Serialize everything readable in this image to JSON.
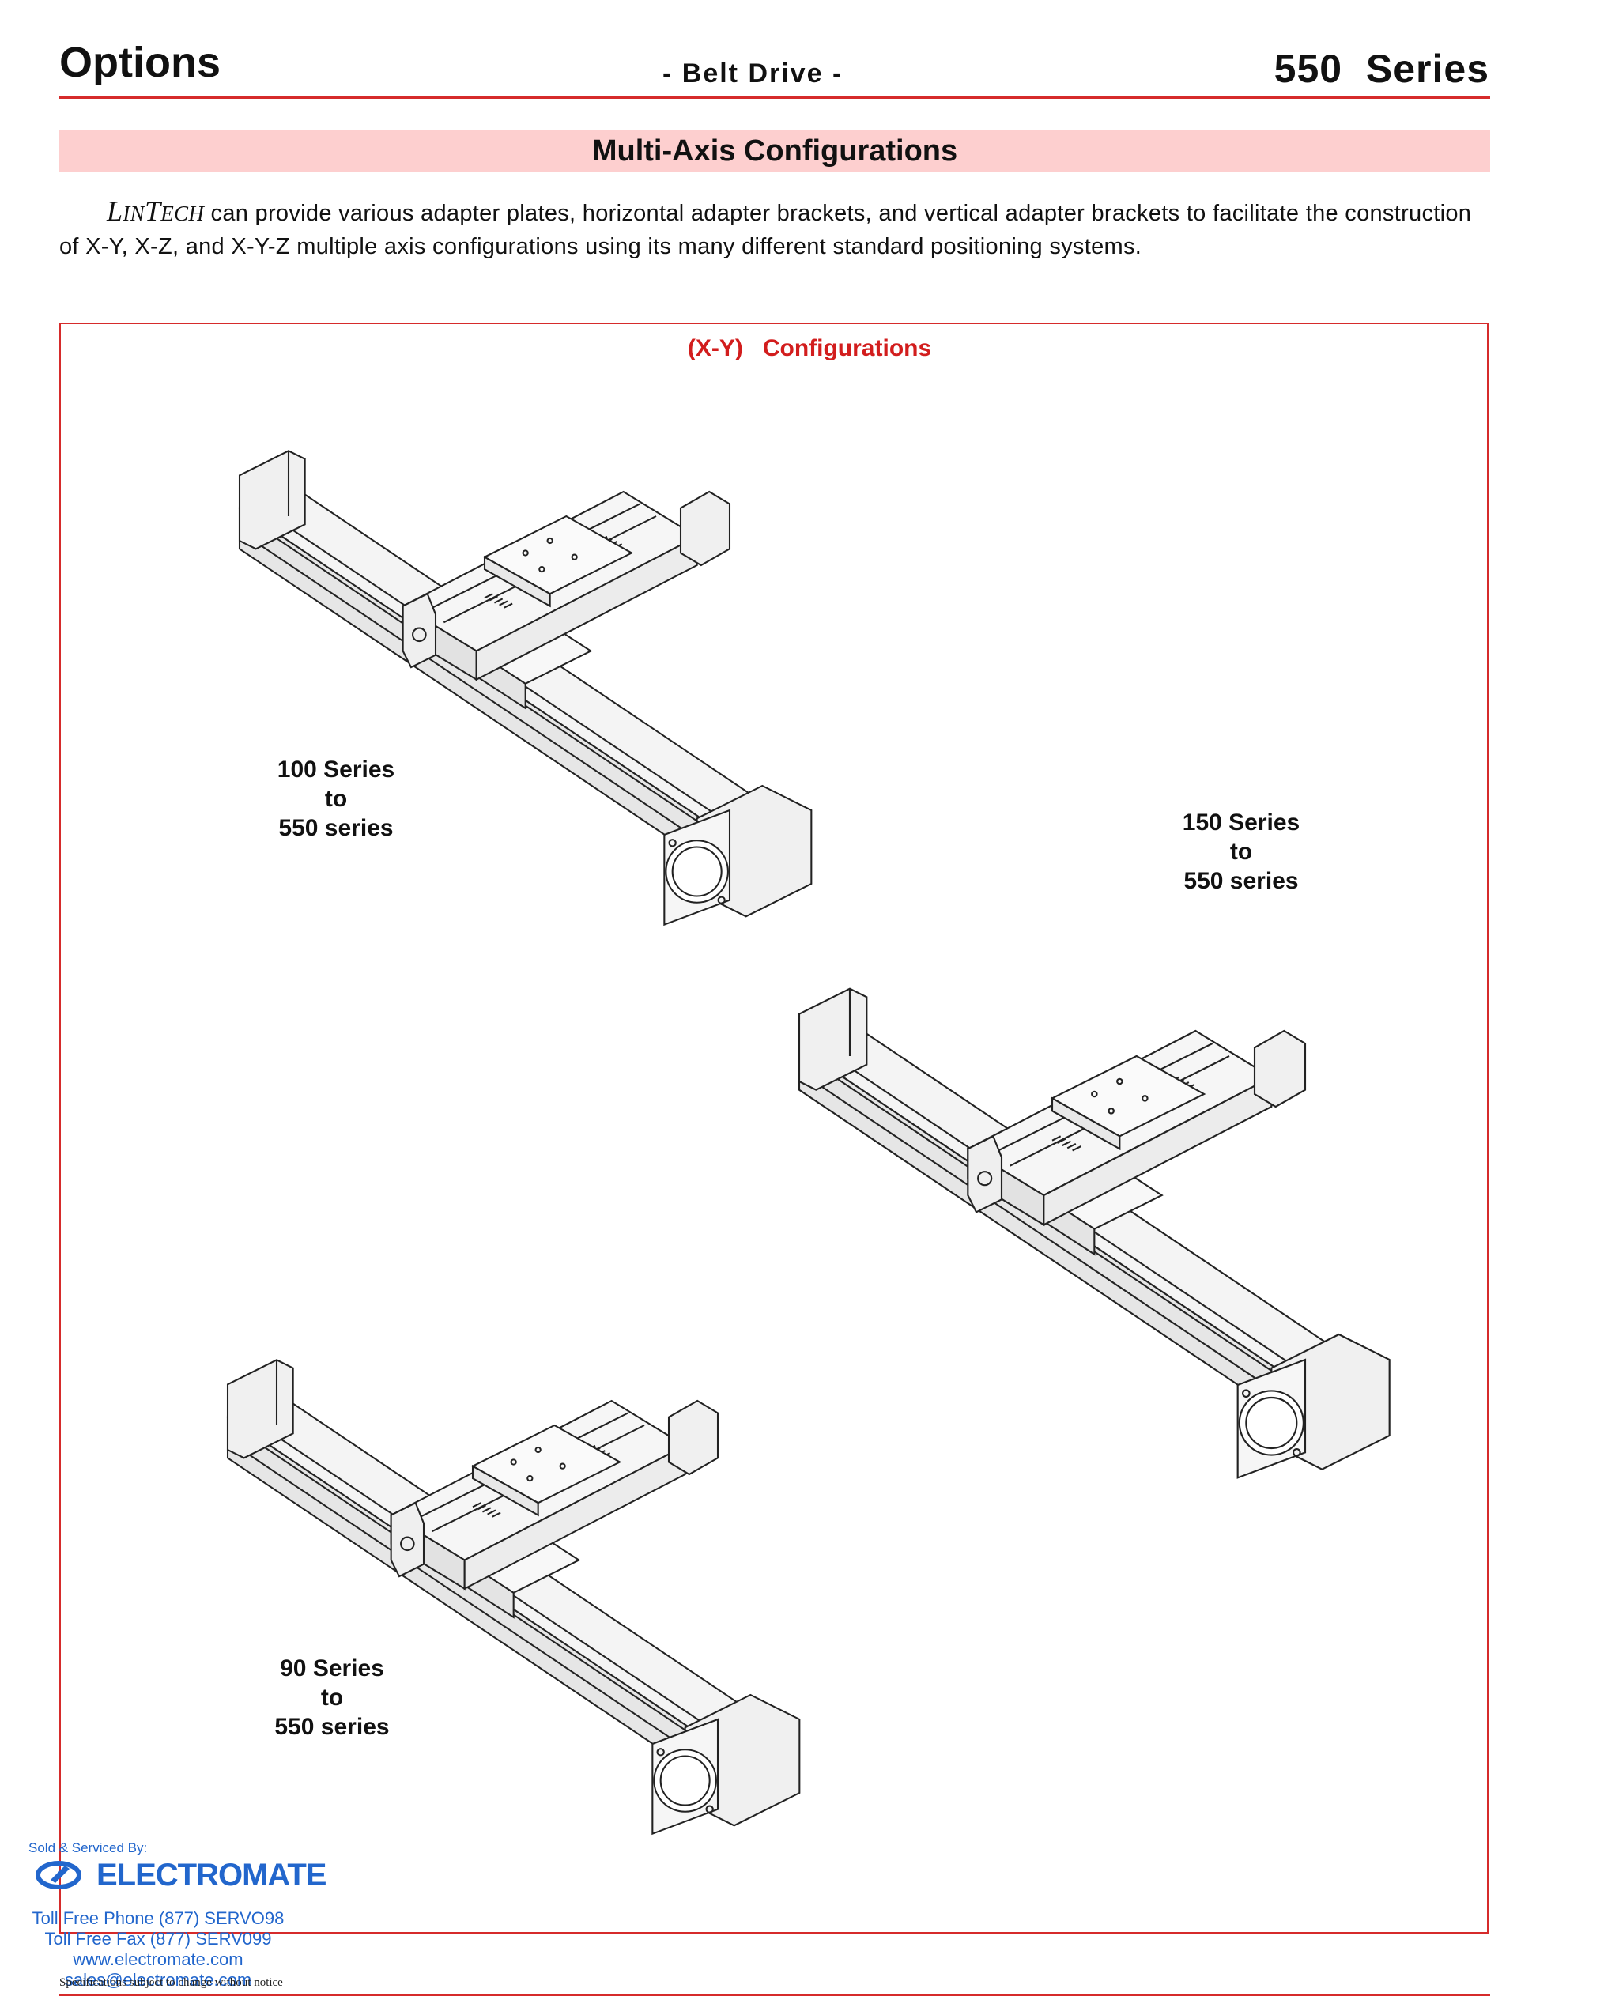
{
  "header": {
    "section": "Options",
    "subtitle": "- Belt Drive -",
    "series": "550  Series"
  },
  "section_title": "Multi-Axis Configurations",
  "intro": {
    "brand_first": "L",
    "brand_sc1": "IN",
    "brand_mid": "T",
    "brand_sc2": "ECH",
    "text": " can provide various adapter plates, horizontal adapter brackets, and vertical adapter brackets to facilitate the construction of X-Y, X-Z, and X-Y-Z multiple axis configurations using its many different standard positioning systems."
  },
  "figure": {
    "title": "(X-Y)   Configurations",
    "configs": [
      {
        "line1": "100 Series",
        "line2": "to",
        "line3": "550 series",
        "icon": "xy-stage-drawing"
      },
      {
        "line1": "150 Series",
        "line2": "to",
        "line3": "550 series",
        "icon": "xy-stage-drawing"
      },
      {
        "line1": "90 Series",
        "line2": "to",
        "line3": "550 series",
        "icon": "xy-stage-drawing"
      }
    ]
  },
  "dealer": {
    "sold_by": "Sold & Serviced By:",
    "name": "ELECTROMATE",
    "phone": "Toll Free Phone  (877) SERVO98",
    "fax": "Toll Free Fax  (877) SERV099",
    "web": "www.electromate.com",
    "email": "sales@electromate.com",
    "logo_icon": "electromate-logo-icon",
    "color": "#2266cc"
  },
  "footer": {
    "disclaimer": "Specifications subject to change without notice"
  },
  "colors": {
    "accent_red": "#d62b2b",
    "section_bar": "#fdcfcf"
  }
}
